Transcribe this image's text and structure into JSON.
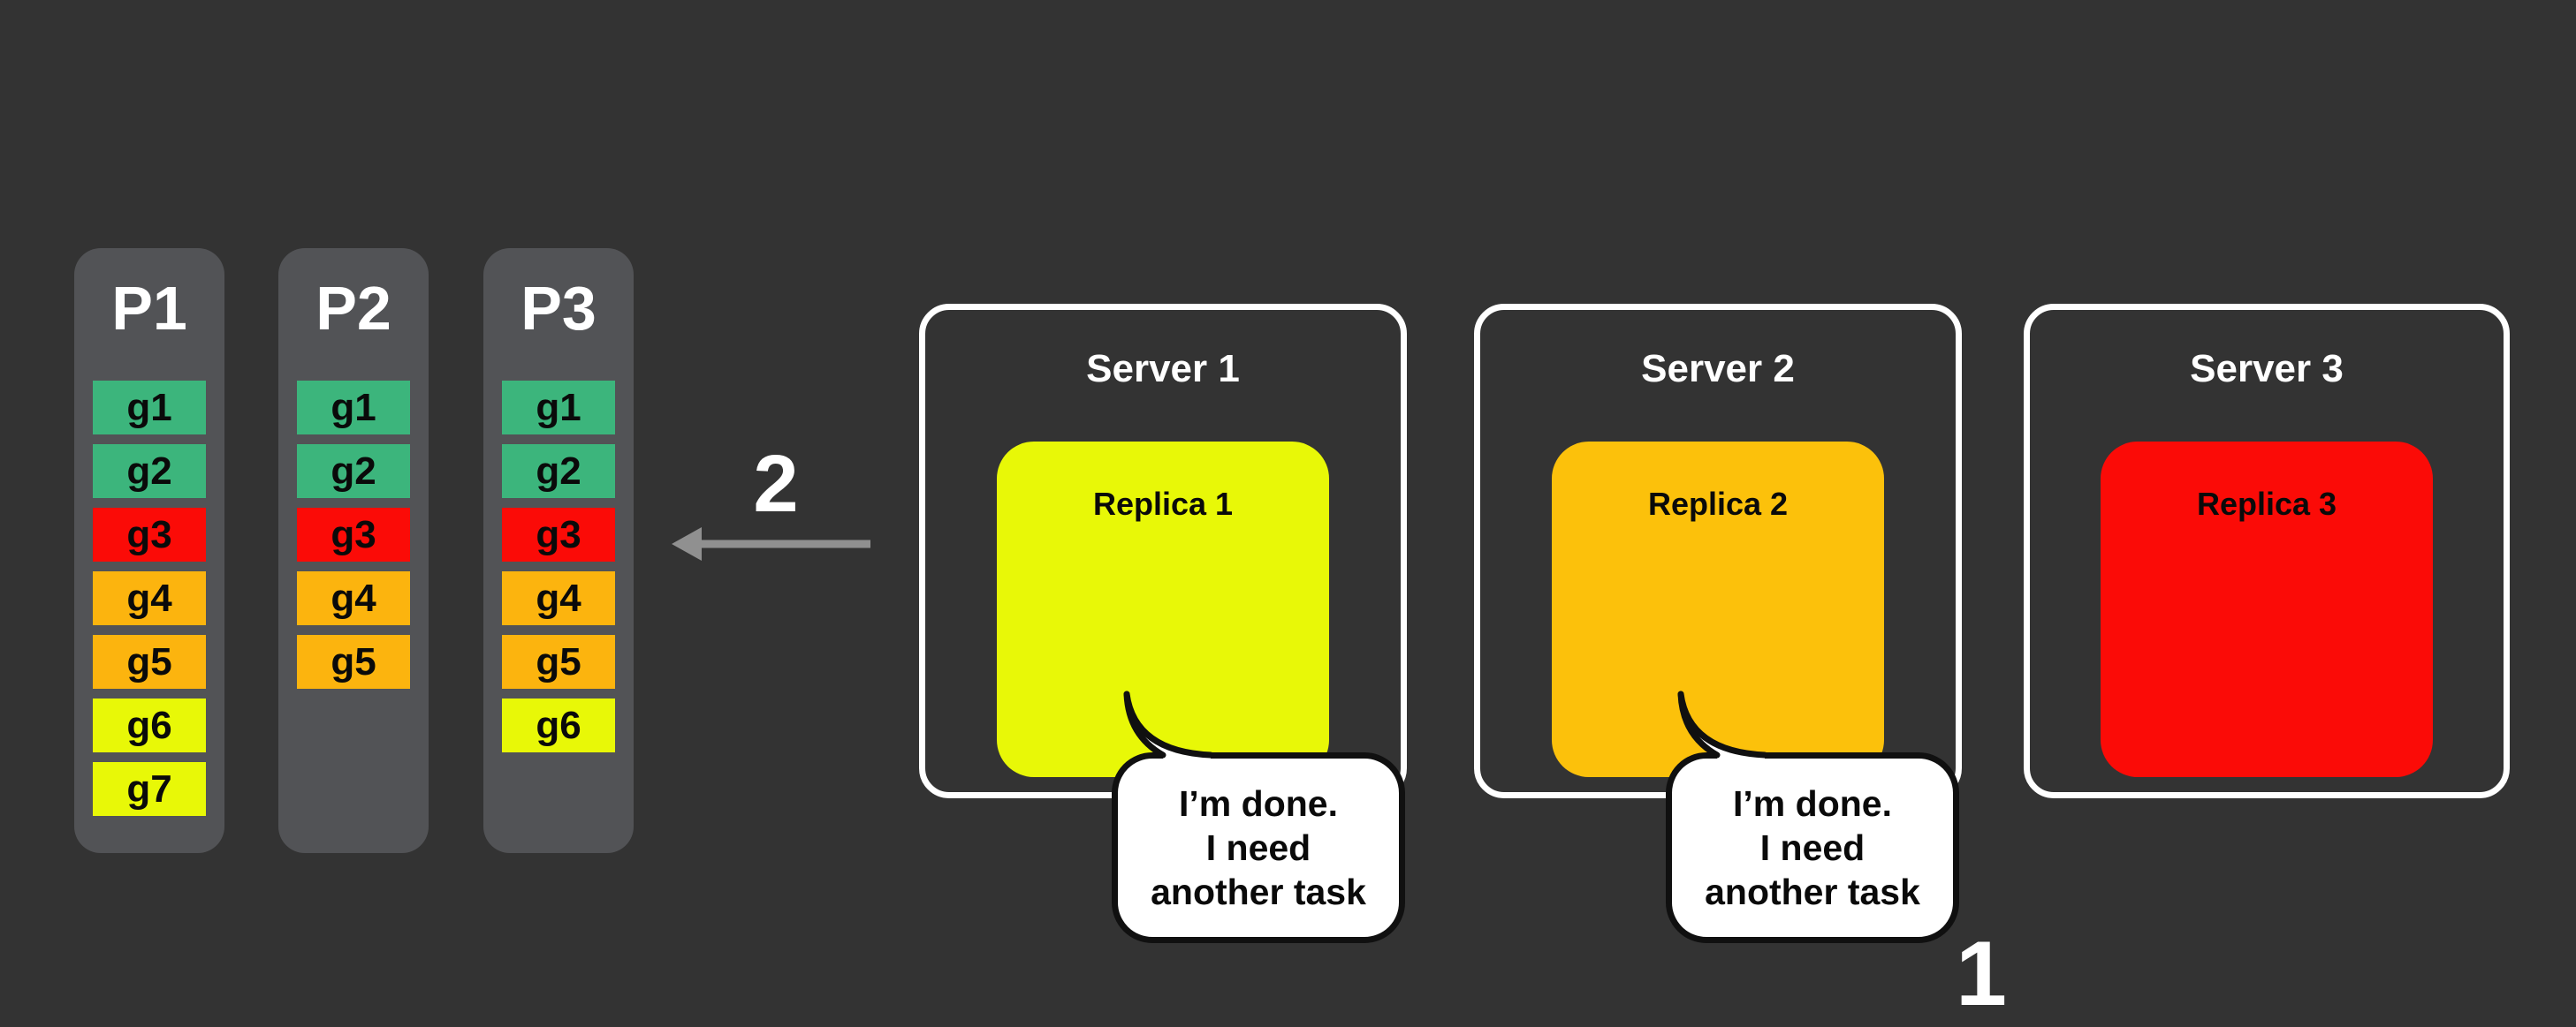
{
  "background": "#333333",
  "palette": {
    "partition_bg": "#525356",
    "task_green": "#3cb57c",
    "task_red": "#fb0b07",
    "task_orange": "#fcb40e",
    "task_yellow": "#e8f807",
    "replica_yellow": "#e8f807",
    "replica_orange": "#fcc10b",
    "replica_red": "#fb0b07",
    "arrow": "#909090"
  },
  "partitions": [
    {
      "label": "P1",
      "tasks": [
        {
          "id": "g1",
          "color": "#3cb57c"
        },
        {
          "id": "g2",
          "color": "#3cb57c"
        },
        {
          "id": "g3",
          "color": "#fb0b07"
        },
        {
          "id": "g4",
          "color": "#fcb40e"
        },
        {
          "id": "g5",
          "color": "#fcb40e"
        },
        {
          "id": "g6",
          "color": "#e8f807"
        },
        {
          "id": "g7",
          "color": "#e8f807"
        }
      ]
    },
    {
      "label": "P2",
      "tasks": [
        {
          "id": "g1",
          "color": "#3cb57c"
        },
        {
          "id": "g2",
          "color": "#3cb57c"
        },
        {
          "id": "g3",
          "color": "#fb0b07"
        },
        {
          "id": "g4",
          "color": "#fcb40e"
        },
        {
          "id": "g5",
          "color": "#fcb40e"
        }
      ]
    },
    {
      "label": "P3",
      "tasks": [
        {
          "id": "g1",
          "color": "#3cb57c"
        },
        {
          "id": "g2",
          "color": "#3cb57c"
        },
        {
          "id": "g3",
          "color": "#fb0b07"
        },
        {
          "id": "g4",
          "color": "#fcb40e"
        },
        {
          "id": "g5",
          "color": "#fcb40e"
        },
        {
          "id": "g6",
          "color": "#e8f807"
        }
      ]
    }
  ],
  "servers": [
    {
      "label": "Server 1",
      "replica": {
        "label": "Replica 1",
        "color": "#e8f807"
      }
    },
    {
      "label": "Server 2",
      "replica": {
        "label": "Replica 2",
        "color": "#fcc10b"
      }
    },
    {
      "label": "Server 3",
      "replica": {
        "label": "Replica 3",
        "color": "#fb0b07"
      }
    }
  ],
  "bubbles": [
    {
      "lines": [
        "I’m done.",
        "I need",
        "another task"
      ]
    },
    {
      "lines": [
        "I’m done.",
        "I need",
        "another task"
      ]
    }
  ],
  "annotations": {
    "step_2": "2",
    "step_1": "1"
  }
}
